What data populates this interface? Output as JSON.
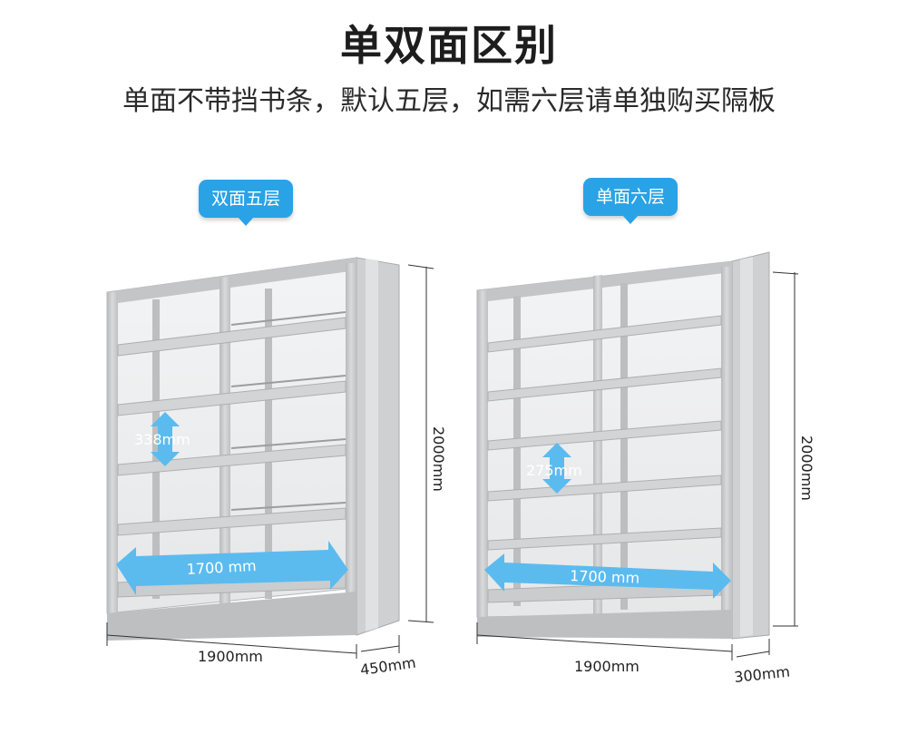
{
  "title": "单双面区别",
  "subtitle": "单面不带挡书条，默认五层，如需六层请单独购买隔板",
  "shelves": [
    {
      "tag": "双面五层",
      "shelf_gap": "338mm",
      "inner_width": "1700 mm",
      "width": "1900mm",
      "height": "2000mm",
      "depth": "450mm"
    },
    {
      "tag": "单面六层",
      "shelf_gap": "275mm",
      "inner_width": "1700 mm",
      "width": "1900mm",
      "height": "2000mm",
      "depth": "300mm"
    }
  ],
  "colors": {
    "accent": "#29a3e6",
    "steel": "#c9cacb",
    "arrow": "#5bbbef"
  }
}
